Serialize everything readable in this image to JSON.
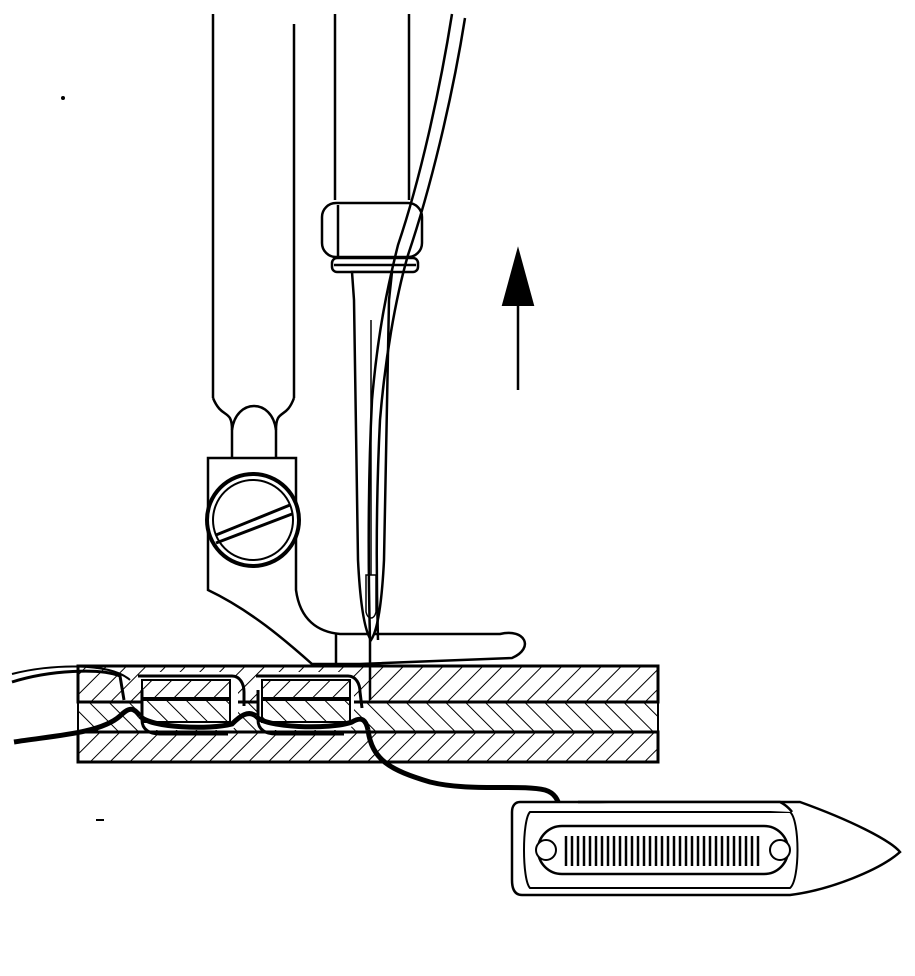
{
  "figure": {
    "subject": "lockstitch-needle-feed-diagram",
    "colors": {
      "ink": "#000000",
      "paper": "#ffffff",
      "bobbin_thread": "#1a1a1a"
    },
    "arrow": {
      "direction": "up",
      "meaning": "needle-rising"
    },
    "icons": [
      "presser-bar",
      "presser-foot",
      "set-screw",
      "needle-bar",
      "needle-clamp",
      "needle",
      "upper-thread",
      "fabric-layers",
      "lock-stitches",
      "bobbin-thread",
      "shuttle",
      "bobbin",
      "direction-arrow"
    ]
  }
}
